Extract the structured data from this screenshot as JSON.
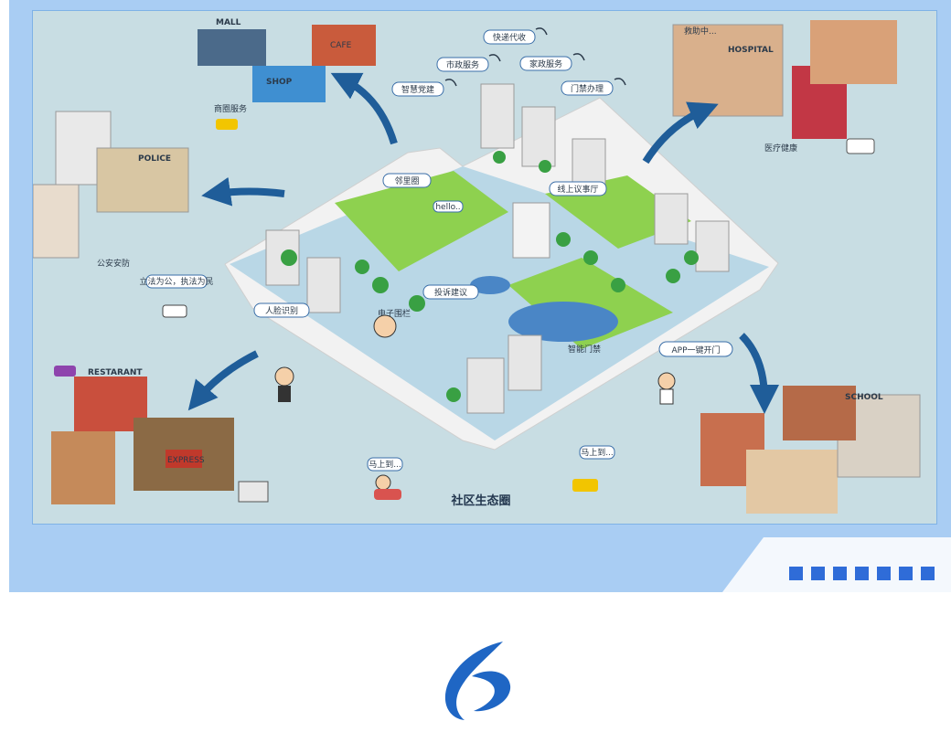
{
  "labels": {
    "top_express": "快递代收",
    "top_municipal": "市政服务",
    "top_home": "家政服务",
    "top_party": "智慧党建",
    "top_access": "门禁办理",
    "neighbor": "邻里圈",
    "online_hall": "线上议事厅",
    "complaint": "投诉建议",
    "face_id": "人脸识别",
    "app_door": "APP一键开门",
    "commerce": "商圈服务",
    "police": "公安安防",
    "medical": "医疗健康",
    "police_slogan": "立法为公，执法为民",
    "e_fence": "电子围栏",
    "smart_gate": "智能门禁",
    "coming1": "马上到...",
    "coming2": "马上到...",
    "hello": "hello..",
    "ecosystem": "社区生态圈"
  },
  "signs": {
    "mall": "MALL",
    "shop": "SHOP",
    "cafe": "CAFE",
    "police": "POLICE",
    "hospital": "HOSPITAL",
    "restaurant": "RESTARANT",
    "express": "EXPRESS",
    "school": "SCHOOL",
    "hospital_callout": "救助中..."
  },
  "colors": {
    "panel": "#a9cdf3",
    "frame_bg": "#c8dde3",
    "arrow": "#1f5d99",
    "accent_squares": "#2f6cd8",
    "logo": "#1f66c4"
  },
  "icons": [
    "wifi-signal-icon",
    "arrow-icon",
    "company-logo"
  ]
}
